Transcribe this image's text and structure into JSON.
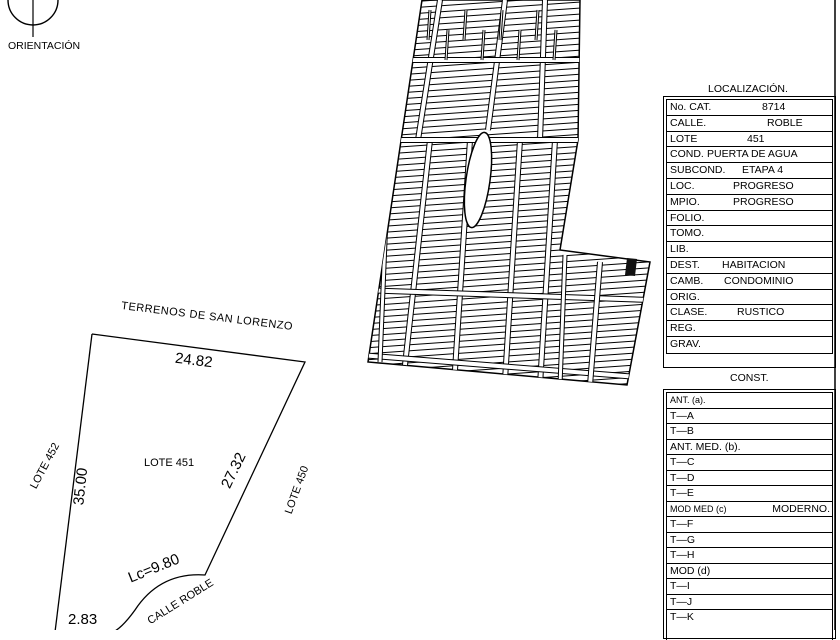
{
  "orientation": {
    "label": "ORIENTACIÓN"
  },
  "lot_plan": {
    "north_label": "TERRENOS DE SAN LORENZO",
    "lot_label": "LOTE 451",
    "west_neighbor": "LOTE 452",
    "east_neighbor": "LOTE 450",
    "street": "CALLE ROBLE",
    "dims": {
      "north": "24.82",
      "west": "35.00",
      "east": "27.32",
      "arc": "Lc=9.80",
      "south": "2.83"
    }
  },
  "localizacion": {
    "title": "LOCALIZACIÓN.",
    "rows": [
      {
        "label": "No.  CAT.",
        "value": "8714"
      },
      {
        "label": "CALLE.",
        "value": "ROBLE"
      },
      {
        "label": "LOTE",
        "value": "451"
      },
      {
        "label": "COND.",
        "value": "PUERTA DE AGUA"
      },
      {
        "label": "SUBCOND.",
        "value": "ETAPA 4"
      },
      {
        "label": "LOC.",
        "value": "PROGRESO"
      },
      {
        "label": "MPIO.",
        "value": "PROGRESO"
      },
      {
        "label": "FOLIO.",
        "value": ""
      },
      {
        "label": "TOMO.",
        "value": ""
      },
      {
        "label": "LIB.",
        "value": ""
      },
      {
        "label": "DEST.",
        "value": "HABITACION"
      },
      {
        "label": "CAMB.",
        "value": "CONDOMINIO"
      },
      {
        "label": "ORIG.",
        "value": ""
      },
      {
        "label": "CLASE.",
        "value": "RUSTICO"
      },
      {
        "label": "REG.",
        "value": ""
      },
      {
        "label": "GRAV.",
        "value": ""
      }
    ]
  },
  "const": {
    "title": "CONST.",
    "rows": [
      {
        "label": "ANT. (a).",
        "value": ""
      },
      {
        "label": "T—A",
        "value": ""
      },
      {
        "label": "T—B",
        "value": ""
      },
      {
        "label": "ANT.  MED.  (b).",
        "value": ""
      },
      {
        "label": "T—C",
        "value": ""
      },
      {
        "label": "T—D",
        "value": ""
      },
      {
        "label": "T—E",
        "value": ""
      },
      {
        "label": "MOD MED (c)",
        "value": "MODERNO."
      },
      {
        "label": "T—F",
        "value": ""
      },
      {
        "label": "T—G",
        "value": ""
      },
      {
        "label": "T—H",
        "value": ""
      },
      {
        "label": "MOD  (d)",
        "value": ""
      },
      {
        "label": "T—I",
        "value": ""
      },
      {
        "label": "T—J",
        "value": ""
      },
      {
        "label": "T—K",
        "value": ""
      }
    ]
  }
}
